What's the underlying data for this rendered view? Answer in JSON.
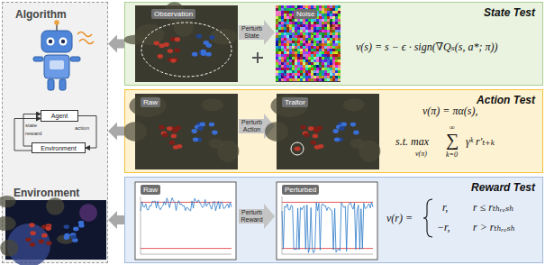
{
  "diagram": {
    "nodes": [
      {
        "text": [
          "Algorithm",
          "Environment"
        ]
      },
      {
        "text": [
          "Agent"
        ],
        "in": 0
      },
      {
        "text": [
          "Environment"
        ],
        "in": 0
      },
      {
        "text": [
          "State Test",
          "ν(s) = s − ϵ · sign(∇Qₛ(s, a*; π))"
        ]
      },
      {
        "text": [
          "Observation"
        ],
        "in": 3
      },
      {
        "text": [
          "Perturb State"
        ],
        "in": 3
      },
      {
        "text": [
          "Noise"
        ],
        "in": 3
      },
      {
        "text": [
          "Action Test",
          "ν(π) = πα(s),",
          "s.t. max",
          "ν(π)",
          "∑",
          "k=0",
          "∞",
          "γᵏ r′ₜ₊ₖ"
        ]
      },
      {
        "text": [
          "Raw"
        ],
        "in": 7
      },
      {
        "text": [
          "Perturb Action"
        ],
        "in": 7
      },
      {
        "text": [
          "Traitor"
        ],
        "in": 7
      },
      {
        "text": [
          "Reward Test",
          "ν(r) =",
          "r,",
          "r ≤ rₜₕᵣₑₛₕ",
          "−r,",
          "r > rₜₕᵣₑₛₕ"
        ]
      },
      {
        "text": [
          "Raw"
        ],
        "in": 11
      },
      {
        "text": [
          "Perturb Reward"
        ],
        "in": 11
      },
      {
        "text": [
          "Perturbed"
        ],
        "in": 11
      }
    ],
    "edges": [
      {
        "from": 3,
        "to": 0,
        "arrow": "to"
      },
      {
        "from": 7,
        "to": 0,
        "arrow": "to"
      },
      {
        "from": 11,
        "to": 0,
        "arrow": "to"
      },
      {
        "from": 1,
        "to": 2,
        "label": "action",
        "arrow": "to"
      },
      {
        "from": 2,
        "to": 1,
        "label": "state",
        "arrow": "to"
      },
      {
        "from": 2,
        "to": 1,
        "label": "reward",
        "arrow": "to"
      }
    ]
  }
}
